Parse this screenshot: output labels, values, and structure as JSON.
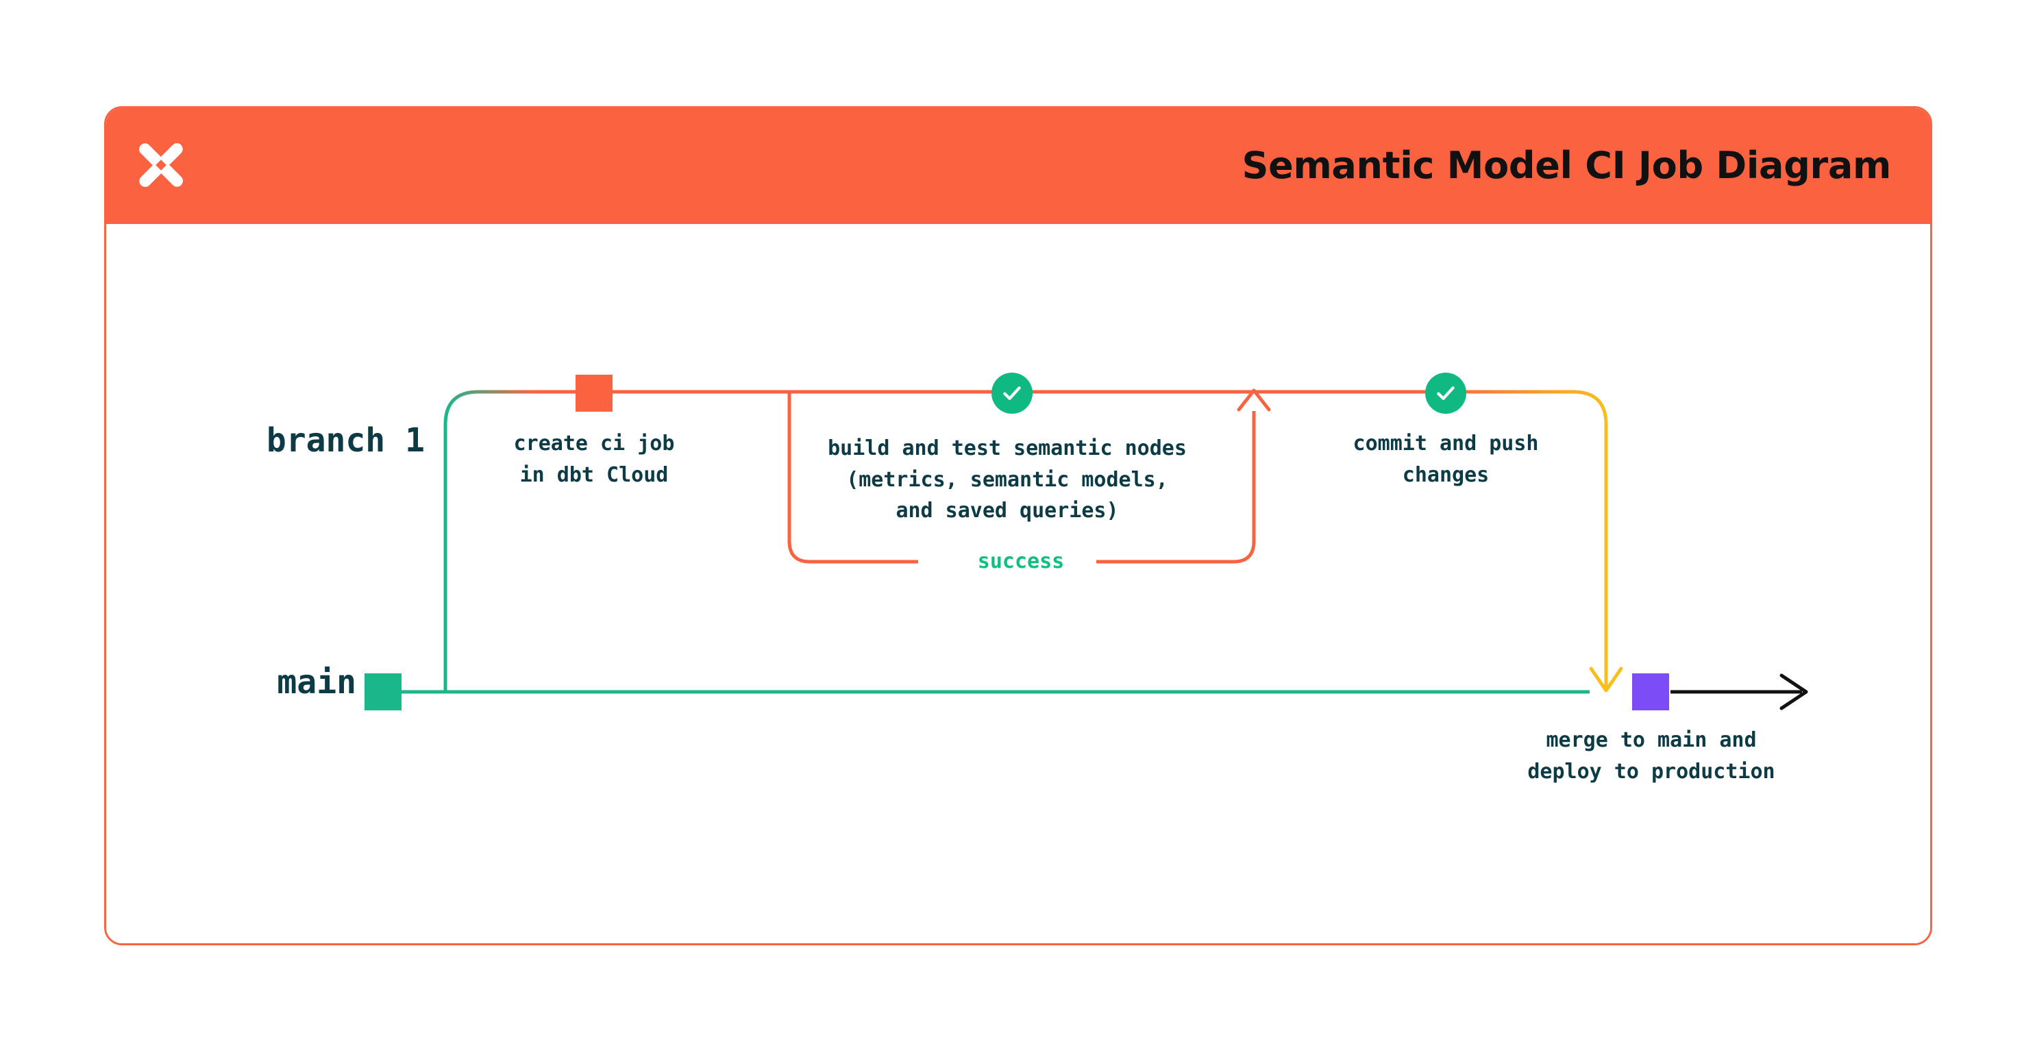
{
  "header": {
    "title": "Semantic Model CI Job Diagram",
    "logo_icon": "dbt-x-logo-icon",
    "background_color": "#FB6340",
    "title_color": "#111111"
  },
  "card": {
    "border_color": "#FB6340",
    "background_color": "#FFFFFF"
  },
  "lanes": [
    {
      "id": "branch1",
      "label": "branch 1",
      "color": "#FB6340"
    },
    {
      "id": "main",
      "label": "main",
      "color": "#19B78A"
    }
  ],
  "nodes": [
    {
      "id": "main-start",
      "shape": "square",
      "lane": "main",
      "color": "#19B78A",
      "label": ""
    },
    {
      "id": "create-ci-job",
      "shape": "square",
      "lane": "branch1",
      "color": "#FB6340",
      "label": "create ci job\nin dbt Cloud"
    },
    {
      "id": "build-and-test",
      "shape": "check-circle",
      "lane": "branch1",
      "color": "#10B981",
      "icon": "check-icon",
      "label": "build and test semantic nodes\n(metrics, semantic models,\nand saved queries)"
    },
    {
      "id": "commit-and-push",
      "shape": "check-circle",
      "lane": "branch1",
      "color": "#10B981",
      "icon": "check-icon",
      "label": "commit and push\nchanges"
    },
    {
      "id": "merge-to-main",
      "shape": "square",
      "lane": "main",
      "color": "#7C4DF7",
      "label": "merge to main and\ndeploy to production"
    }
  ],
  "edges": {
    "success_loop_label": "success",
    "success_loop_label_color": "#0FBF7F",
    "success_loop_color": "#FB6340",
    "branch_fork_color": "#19B78A",
    "branch_line_color": "#FB6340",
    "merge_arrow_color": "#F9BE1C",
    "main_line_color": "#19B78A",
    "continue_arrow_color": "#111111"
  },
  "chart_data": {
    "type": "diagram",
    "title": "Semantic Model CI Job Diagram",
    "subtype": "git-branch-flow",
    "lanes": [
      "branch 1",
      "main"
    ],
    "steps": [
      "create ci job in dbt Cloud",
      "build and test semantic nodes (metrics, semantic models, and saved queries)",
      "commit and push changes",
      "merge to main and deploy to production"
    ],
    "loop": "success"
  }
}
